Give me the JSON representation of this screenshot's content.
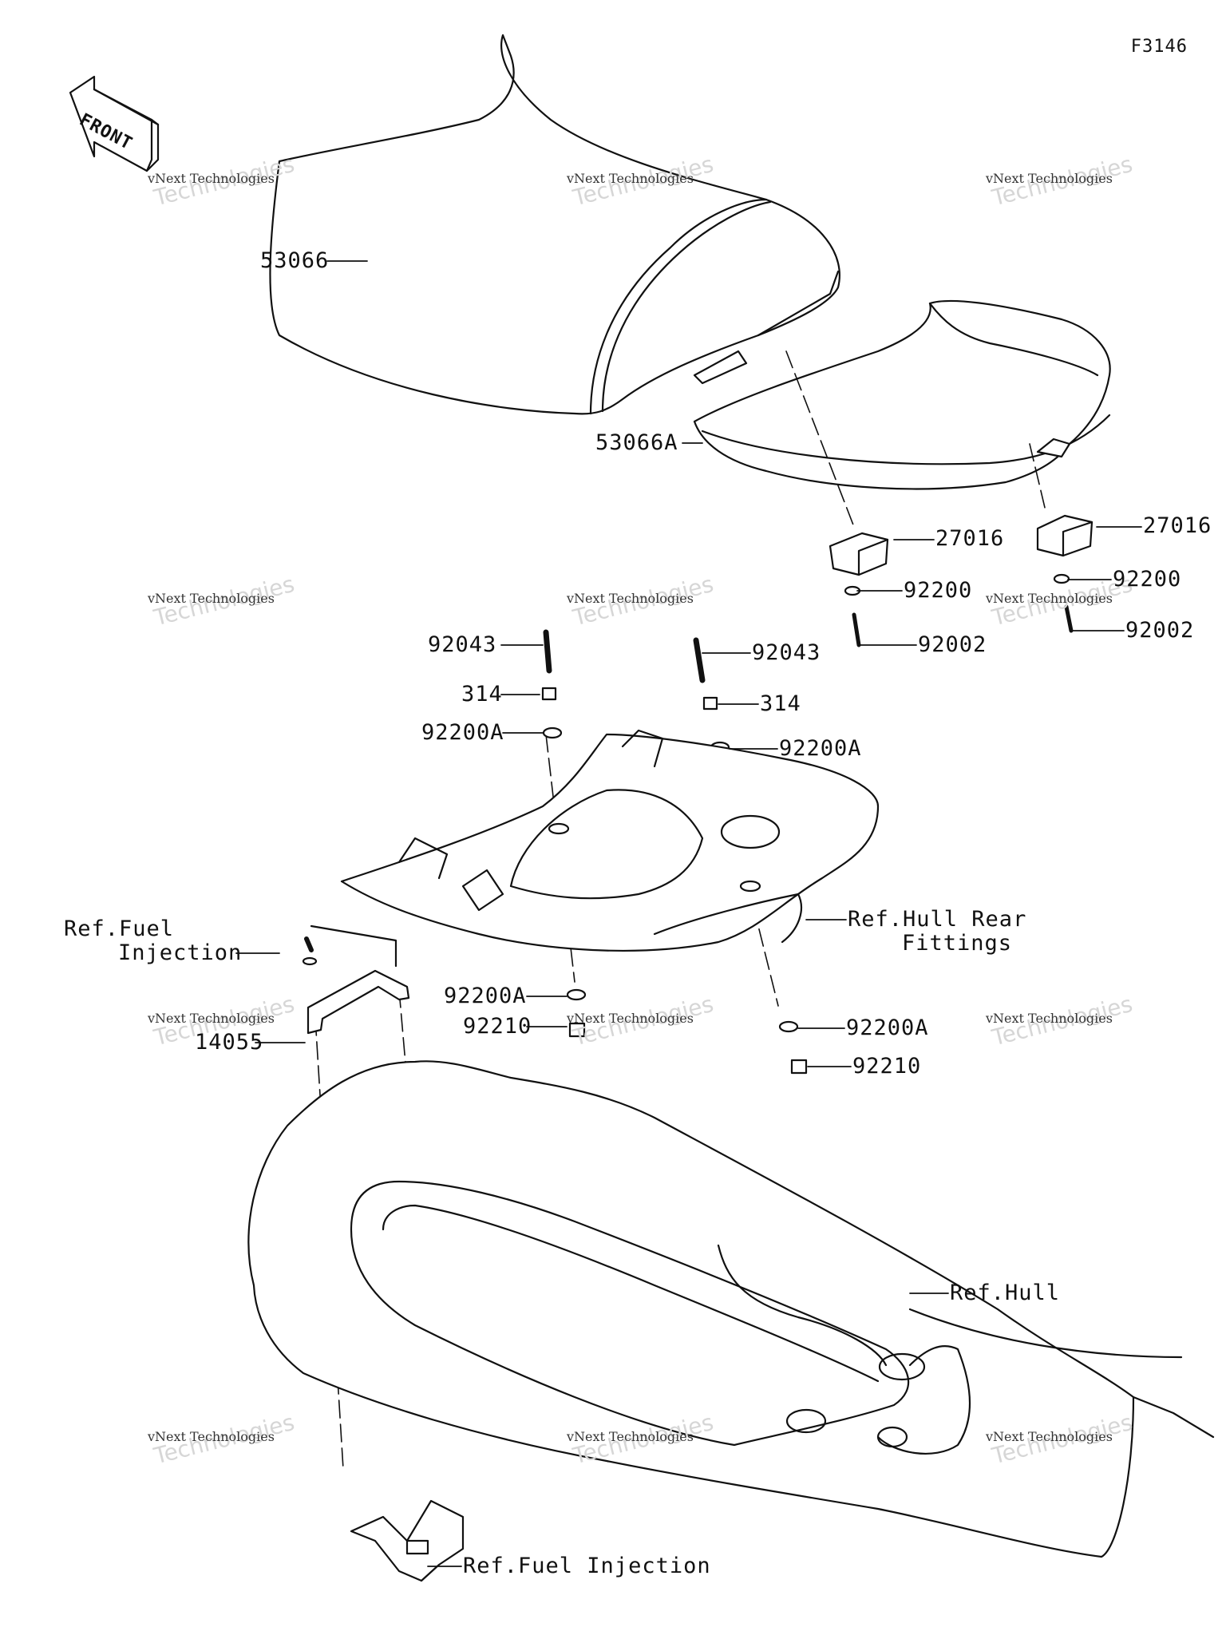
{
  "figure_code": "F3146",
  "front_arrow": {
    "label": "FRONT"
  },
  "watermark": {
    "line1": "vNext Technologies",
    "line2": "vNext",
    "line3": "Technologies"
  },
  "labels": {
    "seat_front": "53066",
    "seat_rear": "53066A",
    "stopper_left": "27016",
    "stopper_right": "27016",
    "washer_left": "92200",
    "washer_right": "92200",
    "bolt_left": "92002",
    "bolt_right": "92002",
    "stud_left": "92043",
    "stud_right": "92043",
    "nut_left": "314",
    "nut_right": "314",
    "washer_a_upper_left": "92200A",
    "washer_a_upper_right": "92200A",
    "ref_hull_rear_1": "Ref.Hull Rear",
    "ref_hull_rear_2": "Fittings",
    "ref_fuel_1": "Ref.Fuel",
    "ref_fuel_2": "Injection",
    "washer_a_lower_left": "92200A",
    "nut_lower_left": "92210",
    "washer_a_lower_right": "92200A",
    "nut_lower_right": "92210",
    "bracket": "14055",
    "ref_hull": "Ref.Hull",
    "ref_fuel_bottom": "Ref.Fuel Injection"
  }
}
